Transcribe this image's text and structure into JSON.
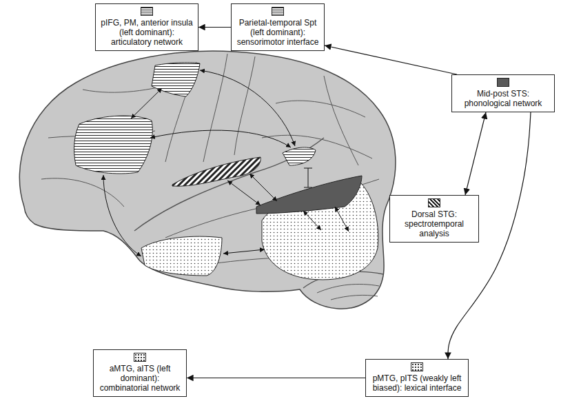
{
  "diagram": {
    "nodes": [
      {
        "text": [
          "pIFG, PM, anterior insula (left dominant): articulatory network"
        ]
      },
      {
        "text": [
          "Parietal-temporal Spt (left dominant): sensorimotor interface"
        ]
      },
      {
        "text": [
          "Mid-post STS: phonological network"
        ]
      },
      {
        "text": [
          "Dorsal STG: spectrotemporal analysis"
        ]
      },
      {
        "text": [
          "aMTG, aITS (left dominant): combinatorial network"
        ]
      },
      {
        "text": [
          "pMTG, pITS (weakly left biased): lexical interface"
        ]
      }
    ],
    "edges": [
      {
        "from": 1,
        "to": 0,
        "arrow": "to"
      },
      {
        "from": 2,
        "to": 1,
        "arrow": "to"
      },
      {
        "from": 2,
        "to": 3,
        "arrow": "both"
      },
      {
        "from": 2,
        "to": 5,
        "arrow": "to"
      },
      {
        "from": 5,
        "to": 4,
        "arrow": "to"
      }
    ]
  }
}
